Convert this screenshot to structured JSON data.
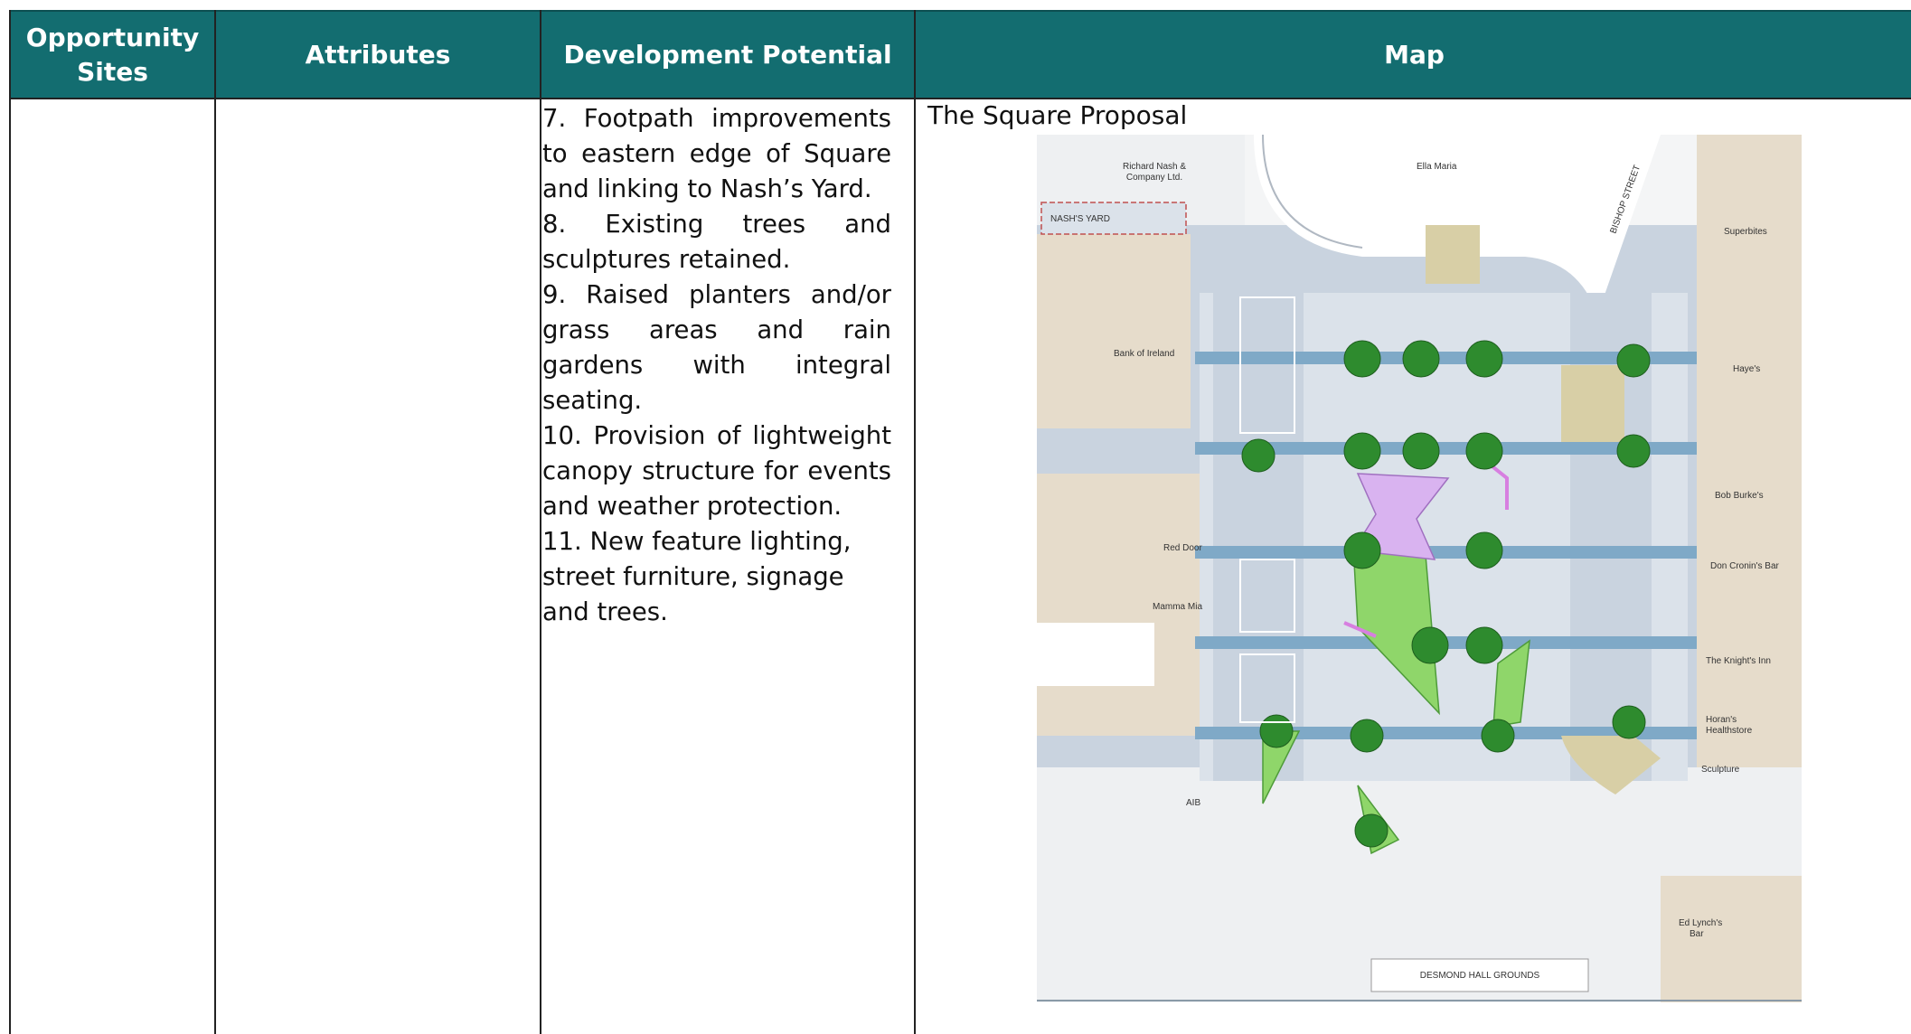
{
  "table": {
    "headers": {
      "opportunity_sites": "Opportunity Sites",
      "attributes": "Attributes",
      "development_potential": "Development Potential",
      "map": "Map"
    },
    "colors": {
      "header_bg": "#136d70",
      "header_text": "#ffffff"
    }
  },
  "development_potential": {
    "items": [
      "7. Footpath improvements to eastern edge of Square and linking to Nash’s Yard.",
      "8.  Existing  trees  and sculptures retained.",
      "9. Raised planters and/or grass areas and rain gardens with integral seating.",
      "10. Provision of lightweight canopy structure for events and weather protection.",
      "11. New feature lighting, street furniture, signage and trees."
    ]
  },
  "map": {
    "label": "The Square Proposal",
    "places": {
      "richard_nash_1": "Richard Nash &",
      "richard_nash_2": "Company Ltd.",
      "nashs_yard": "NASH'S YARD",
      "ella_maria": "Ella Maria",
      "bishop_street": "BISHOP STREET",
      "superbites": "Superbites",
      "bank_of_ireland": "Bank of Ireland",
      "hayes": "Haye's",
      "bob_burkes": "Bob Burke's",
      "red_door": "Red Door",
      "don_cronins": "Don Cronin's Bar",
      "mamma_mia": "Mamma Mia",
      "knights_inn": "The Knight's Inn",
      "horans_1": "Horan's",
      "horans_2": "Healthstore",
      "sculpture": "Sculpture",
      "aib": "AIB",
      "ed_lynchs_1": "Ed Lynch's",
      "ed_lynchs_2": "Bar",
      "desmond_hall": "DESMOND HALL GROUNDS"
    },
    "colors": {
      "building": "#e6dccb",
      "road": "#c9d3df",
      "paving": "#dbe2ea",
      "band": "#7fa9c7",
      "tree": "#2e8b2e",
      "grass": "#8fd66a",
      "canopy": "#d9b3f0",
      "path_highlight": "#d77fe0",
      "square": "#d8cfa6"
    }
  }
}
